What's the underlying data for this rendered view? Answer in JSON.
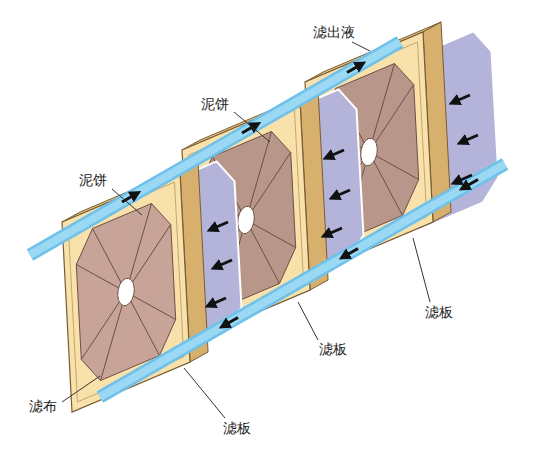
{
  "diagram": {
    "labels": [
      "滤出液",
      "泥饼",
      "泥饼",
      "滤板",
      "滤板",
      "滤布",
      "滤板"
    ]
  }
}
